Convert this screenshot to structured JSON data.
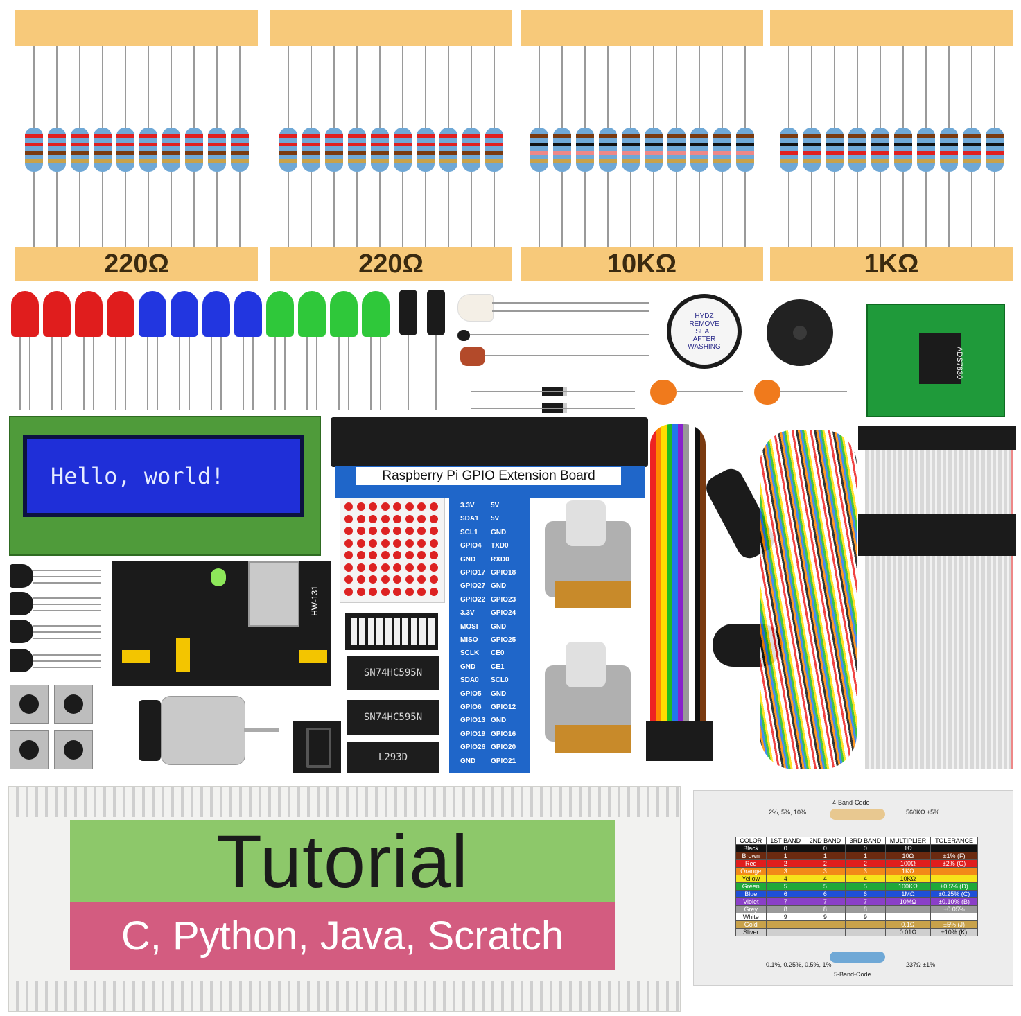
{
  "resistor_groups": [
    {
      "label": "220Ω"
    },
    {
      "label": "220Ω"
    },
    {
      "label": "10KΩ"
    },
    {
      "label": "1KΩ"
    }
  ],
  "buzzer": {
    "text": "HYDZ\nREMOVE\nSEAL\nAFTER\nWASHING"
  },
  "adc_module": {
    "text": "ADS7830"
  },
  "lcd": {
    "text": "Hello, world!"
  },
  "gpio_board": {
    "label": "Raspberry Pi GPIO Extension Board",
    "left_pins": [
      "3.3V",
      "SDA1",
      "SCL1",
      "GPIO4",
      "GND",
      "GPIO17",
      "GPIO27",
      "GPIO22",
      "3.3V",
      "MOSI",
      "MISO",
      "SCLK",
      "GND",
      "SDA0",
      "GPIO5",
      "GPIO6",
      "GPIO13",
      "GPIO19",
      "GPIO26",
      "GND"
    ],
    "right_pins": [
      "5V",
      "5V",
      "GND",
      "TXD0",
      "RXD0",
      "GPIO18",
      "GND",
      "GPIO23",
      "GPIO24",
      "GND",
      "GPIO25",
      "CE0",
      "CE1",
      "SCL0",
      "GND",
      "GPIO12",
      "GND",
      "GPIO16",
      "GPIO20",
      "GPIO21"
    ]
  },
  "ics": [
    "SN74HC595N",
    "SN74HC595N",
    "L293D"
  ],
  "power_module": {
    "label": "HW-131"
  },
  "breadboard": {
    "title": "Tutorial",
    "subtitle": "C, Python, Java, Scratch"
  },
  "code_card": {
    "top_label": "4-Band-Code",
    "bottom_label": "5-Band-Code",
    "top_left": "2%, 5%, 10%",
    "top_right": "560KΩ ±5%",
    "bottom_left": "0.1%, 0.25%, 0.5%, 1%",
    "bottom_right": "237Ω ±1%",
    "headers": [
      "COLOR",
      "1ST BAND",
      "2ND BAND",
      "3RD BAND",
      "MULTIPLIER",
      "TOLERANCE"
    ],
    "rows": [
      {
        "color": "Black",
        "b1": "0",
        "b2": "0",
        "b3": "0",
        "mult": "1Ω",
        "tol": "",
        "hex": "#111111",
        "fg": "#ffffff"
      },
      {
        "color": "Brown",
        "b1": "1",
        "b2": "1",
        "b3": "1",
        "mult": "10Ω",
        "tol": "±1%   (F)",
        "hex": "#6b2a10",
        "fg": "#ffffff"
      },
      {
        "color": "Red",
        "b1": "2",
        "b2": "2",
        "b3": "2",
        "mult": "100Ω",
        "tol": "±2%   (G)",
        "hex": "#e01d1d",
        "fg": "#ffffff"
      },
      {
        "color": "Orange",
        "b1": "3",
        "b2": "3",
        "b3": "3",
        "mult": "1KΩ",
        "tol": "",
        "hex": "#f28a18",
        "fg": "#ffffff"
      },
      {
        "color": "Yellow",
        "b1": "4",
        "b2": "4",
        "b3": "4",
        "mult": "10KΩ",
        "tol": "",
        "hex": "#f6e31a",
        "fg": "#111111"
      },
      {
        "color": "Green",
        "b1": "5",
        "b2": "5",
        "b3": "5",
        "mult": "100KΩ",
        "tol": "±0.5%   (D)",
        "hex": "#1fa83a",
        "fg": "#ffffff"
      },
      {
        "color": "Blue",
        "b1": "6",
        "b2": "6",
        "b3": "6",
        "mult": "1MΩ",
        "tol": "±0.25%   (C)",
        "hex": "#1f4fd8",
        "fg": "#ffffff"
      },
      {
        "color": "Violet",
        "b1": "7",
        "b2": "7",
        "b3": "7",
        "mult": "10MΩ",
        "tol": "±0.10%   (B)",
        "hex": "#8a3fc8",
        "fg": "#ffffff"
      },
      {
        "color": "Grey",
        "b1": "8",
        "b2": "8",
        "b3": "8",
        "mult": "",
        "tol": "±0.05%",
        "hex": "#9a9a9a",
        "fg": "#ffffff"
      },
      {
        "color": "White",
        "b1": "9",
        "b2": "9",
        "b3": "9",
        "mult": "",
        "tol": "",
        "hex": "#ffffff",
        "fg": "#111111"
      },
      {
        "color": "Gold",
        "b1": "",
        "b2": "",
        "b3": "",
        "mult": "0.1Ω",
        "tol": "±5%   (J)",
        "hex": "#c9a24a",
        "fg": "#ffffff"
      },
      {
        "color": "Sliver",
        "b1": "",
        "b2": "",
        "b3": "",
        "mult": "0.01Ω",
        "tol": "±10%   (K)",
        "hex": "#cfcfcf",
        "fg": "#111111"
      }
    ]
  }
}
